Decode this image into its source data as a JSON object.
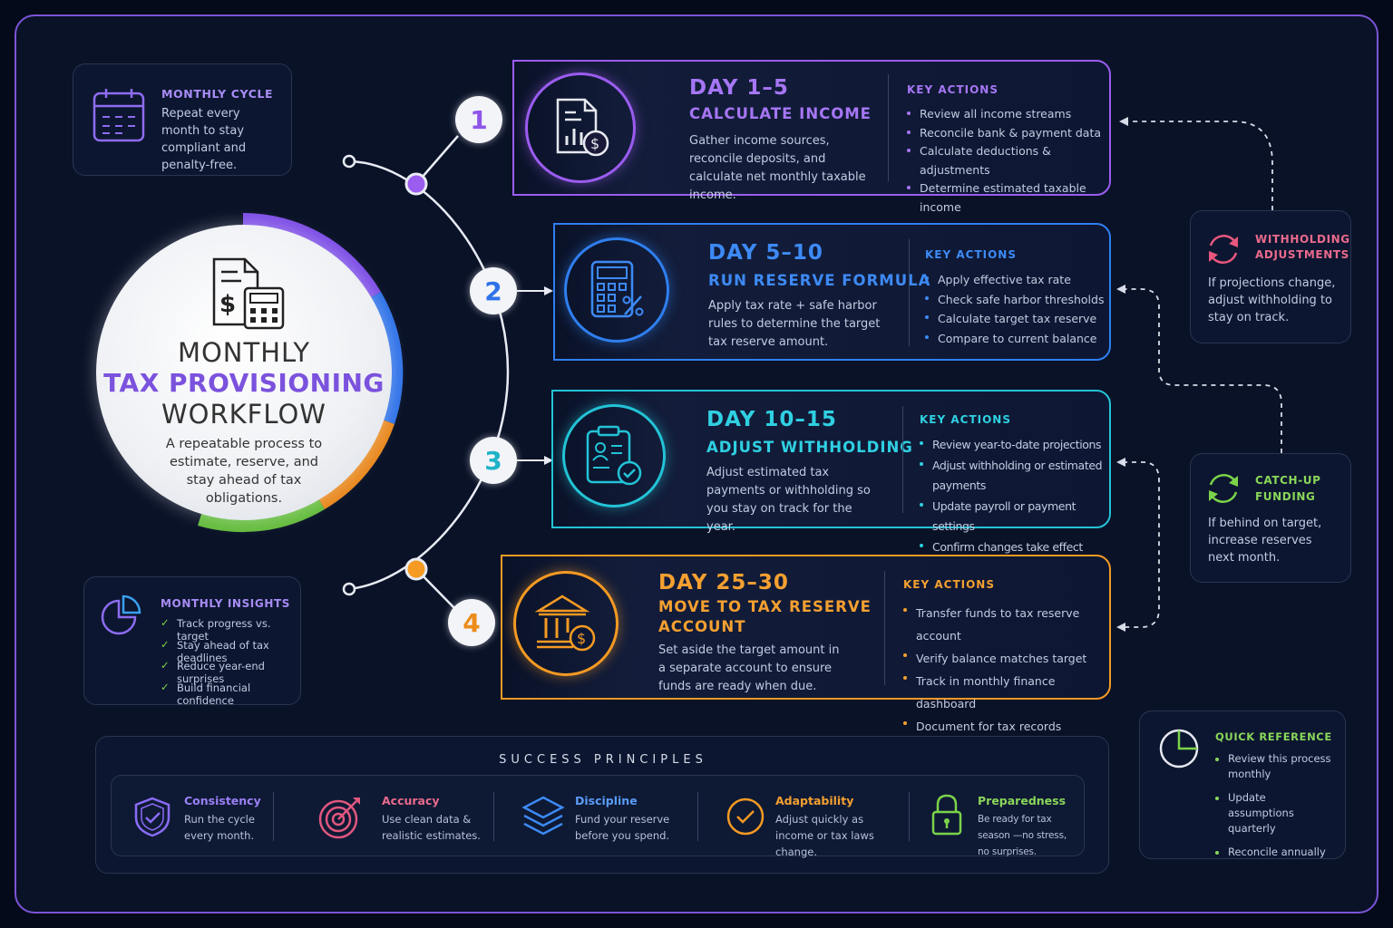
{
  "center": {
    "line1": "MONTHLY",
    "line2": "TAX PROVISIONING",
    "line3": "WORKFLOW",
    "subtitle": "A repeatable process to estimate, reserve, and stay ahead of tax obligations."
  },
  "monthly_cycle": {
    "title": "MONTHLY CYCLE",
    "text": "Repeat every month to stay compliant and penalty-free."
  },
  "insights": {
    "title": "MONTHLY INSIGHTS",
    "items": [
      "Track progress vs. target",
      "Stay ahead of tax deadlines",
      "Reduce year-end surprises",
      "Build financial confidence"
    ]
  },
  "steps": [
    {
      "number": "1",
      "day": "DAY 1–5",
      "title": "CALCULATE INCOME",
      "desc": "Gather income sources, reconcile deposits, and calculate net monthly taxable income.",
      "key_label": "KEY ACTIONS",
      "actions": [
        "Review all income streams",
        "Reconcile bank & payment data",
        "Calculate deductions & adjustments",
        "Determine estimated taxable income"
      ],
      "color": "#9b5cf0"
    },
    {
      "number": "2",
      "day": "DAY 5–10",
      "title": "RUN RESERVE FORMULA",
      "desc": "Apply tax rate + safe harbor rules to determine the target tax reserve amount.",
      "key_label": "KEY ACTIONS",
      "actions": [
        "Apply effective tax rate",
        "Check safe harbor thresholds",
        "Calculate target tax reserve",
        "Compare to current balance"
      ],
      "color": "#2f7ff0"
    },
    {
      "number": "3",
      "day": "DAY 10–15",
      "title": "ADJUST WITHHOLDING",
      "desc": "Adjust estimated tax payments or withholding so you stay on track for the year.",
      "key_label": "KEY ACTIONS",
      "actions": [
        "Review year-to-date projections",
        "Adjust withholding or estimated payments",
        "Update payroll or payment settings",
        "Confirm changes take effect"
      ],
      "color": "#23c3d6"
    },
    {
      "number": "4",
      "day": "DAY 25–30",
      "title_l1": "MOVE TO TAX RESERVE",
      "title_l2": "ACCOUNT",
      "desc": "Set aside the target amount in a separate account to ensure funds are ready when due.",
      "key_label": "KEY ACTIONS",
      "actions": [
        "Transfer funds to tax reserve account",
        "Verify balance matches target",
        "Track in monthly finance dashboard",
        "Document for tax records"
      ],
      "color": "#f59a23"
    }
  ],
  "withholding_adj": {
    "title_l1": "WITHHOLDING",
    "title_l2": "ADJUSTMENTS",
    "text": "If projections change, adjust withholding to stay on track."
  },
  "catchup": {
    "title_l1": "CATCH-UP",
    "title_l2": "FUNDING",
    "text": "If behind on target, increase reserves next month."
  },
  "quick_ref": {
    "title": "QUICK REFERENCE",
    "items": [
      "Review this process monthly",
      "Update assumptions quarterly",
      "Reconcile annually"
    ]
  },
  "principles": {
    "heading": "SUCCESS PRINCIPLES",
    "items": [
      {
        "title": "Consistency",
        "desc": "Run the cycle every month.",
        "color": "#8a6cf5"
      },
      {
        "title": "Accuracy",
        "desc": "Use clean data & realistic estimates.",
        "color": "#e0577e"
      },
      {
        "title": "Discipline",
        "desc": "Fund your reserve before you spend.",
        "color": "#3d8af5"
      },
      {
        "title": "Adaptability",
        "desc": "Adjust quickly as income or tax laws change.",
        "color": "#f59a23"
      },
      {
        "title": "Preparedness",
        "desc": "Be ready for tax season —no stress, no surprises.",
        "color": "#7bd34a"
      }
    ]
  }
}
